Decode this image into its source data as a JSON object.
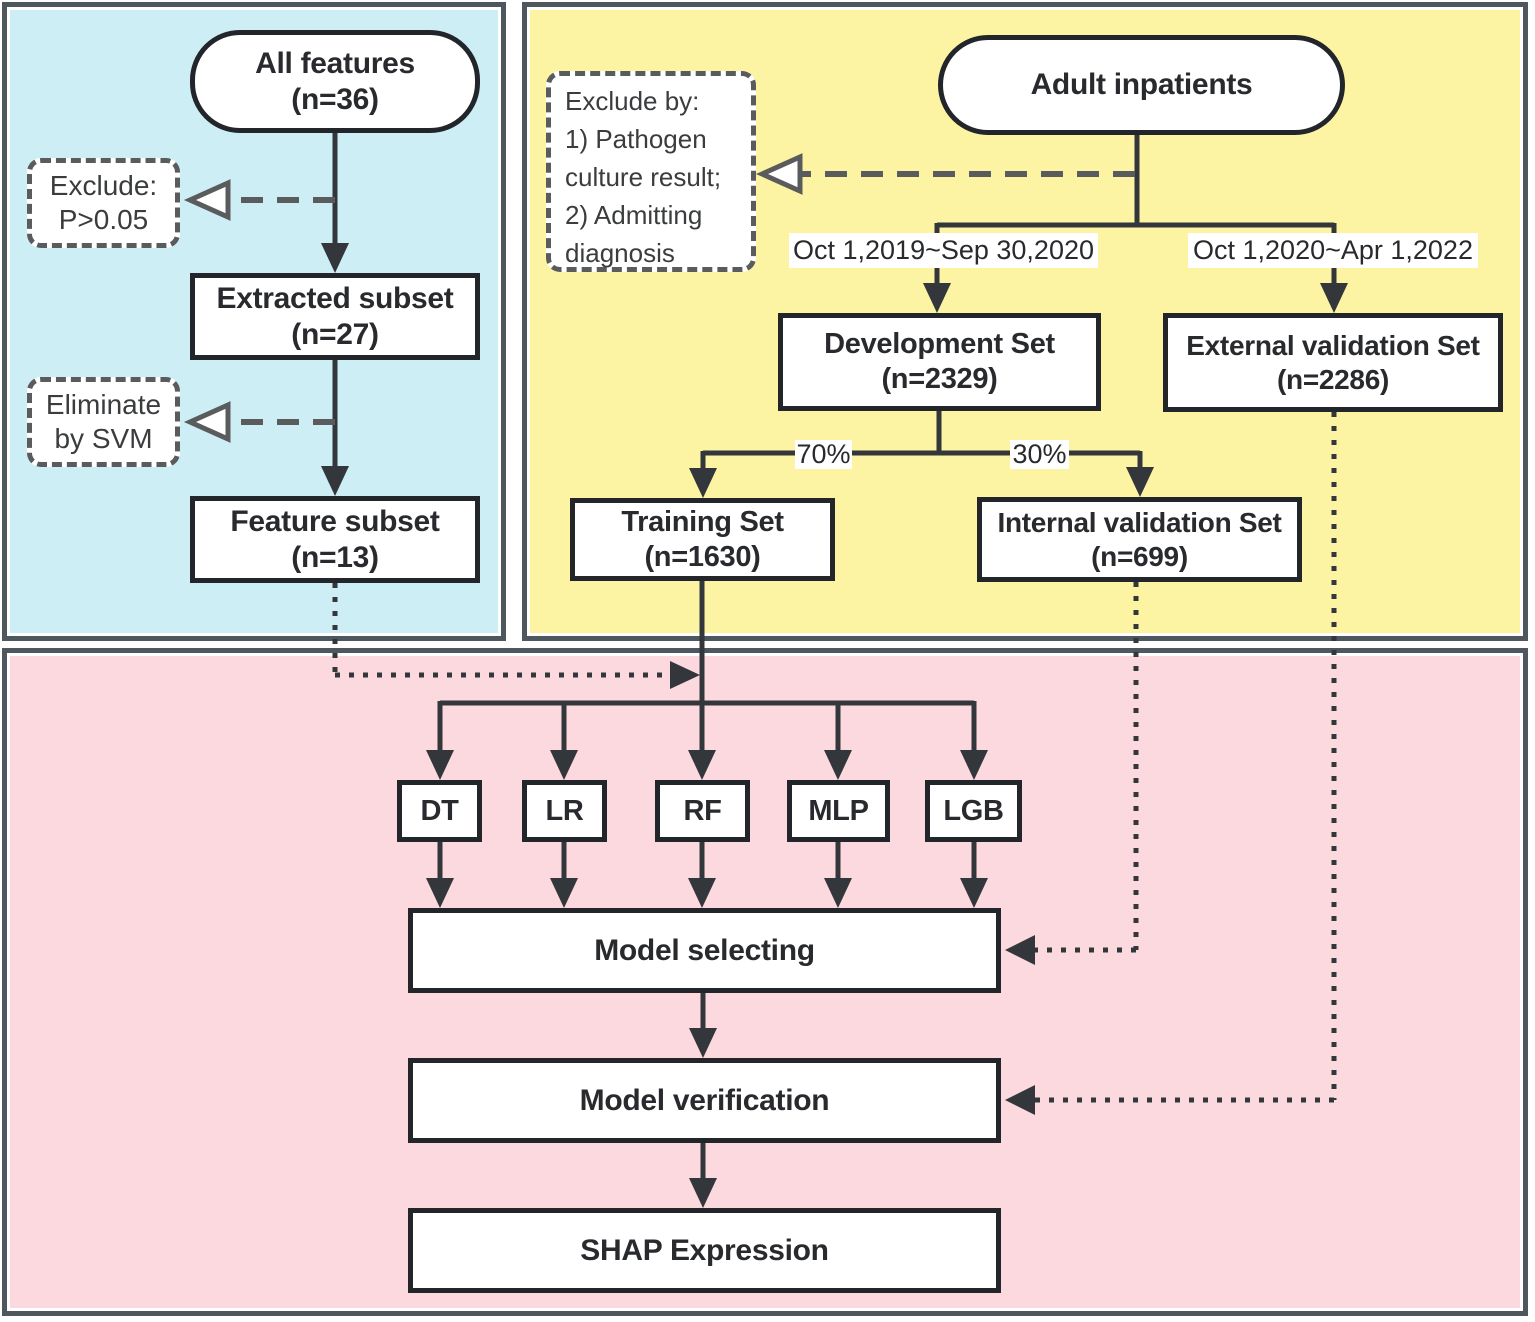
{
  "colors": {
    "blue_bg": "#cdeef5",
    "yellow_bg": "#fcf4a3",
    "pink_bg": "#fbd9de",
    "panel_border": "#4e575e",
    "box_border": "#222529",
    "line": "#33363a",
    "dash": "#5a5b5d",
    "text": "#282a2d"
  },
  "feature_panel": {
    "all_features": {
      "line1": "All features",
      "line2": "(n=36)"
    },
    "exclude_p": {
      "line1": "Exclude:",
      "line2": "P>0.05"
    },
    "extracted_subset": {
      "line1": "Extracted subset",
      "line2": "(n=27)"
    },
    "eliminate_svm": {
      "line1": "Eliminate",
      "line2": "by SVM"
    },
    "feature_subset": {
      "line1": "Feature subset",
      "line2": "(n=13)"
    }
  },
  "cohort_panel": {
    "adult_inpatients": {
      "label": "Adult inpatients"
    },
    "exclude_by": {
      "lines": [
        "Exclude by:",
        "1) Pathogen",
        "culture result;",
        "2) Admitting",
        "diagnosis"
      ]
    },
    "period_development": "Oct 1,2019~Sep 30,2020",
    "period_external": "Oct 1,2020~Apr 1,2022",
    "development_set": {
      "line1": "Development Set",
      "line2": "(n=2329)"
    },
    "external_validation_set": {
      "line1": "External validation Set",
      "line2": "(n=2286)"
    },
    "split_training": "70%",
    "split_internal": "30%",
    "training_set": {
      "line1": "Training Set",
      "line2": "(n=1630)"
    },
    "internal_validation_set": {
      "line1": "Internal validation Set",
      "line2": "(n=699)"
    }
  },
  "model_panel": {
    "models": [
      {
        "label": "DT"
      },
      {
        "label": "LR"
      },
      {
        "label": "RF"
      },
      {
        "label": "MLP"
      },
      {
        "label": "LGB"
      }
    ],
    "model_selecting": "Model selecting",
    "model_verification": "Model verification",
    "shap_expression": "SHAP Expression"
  }
}
